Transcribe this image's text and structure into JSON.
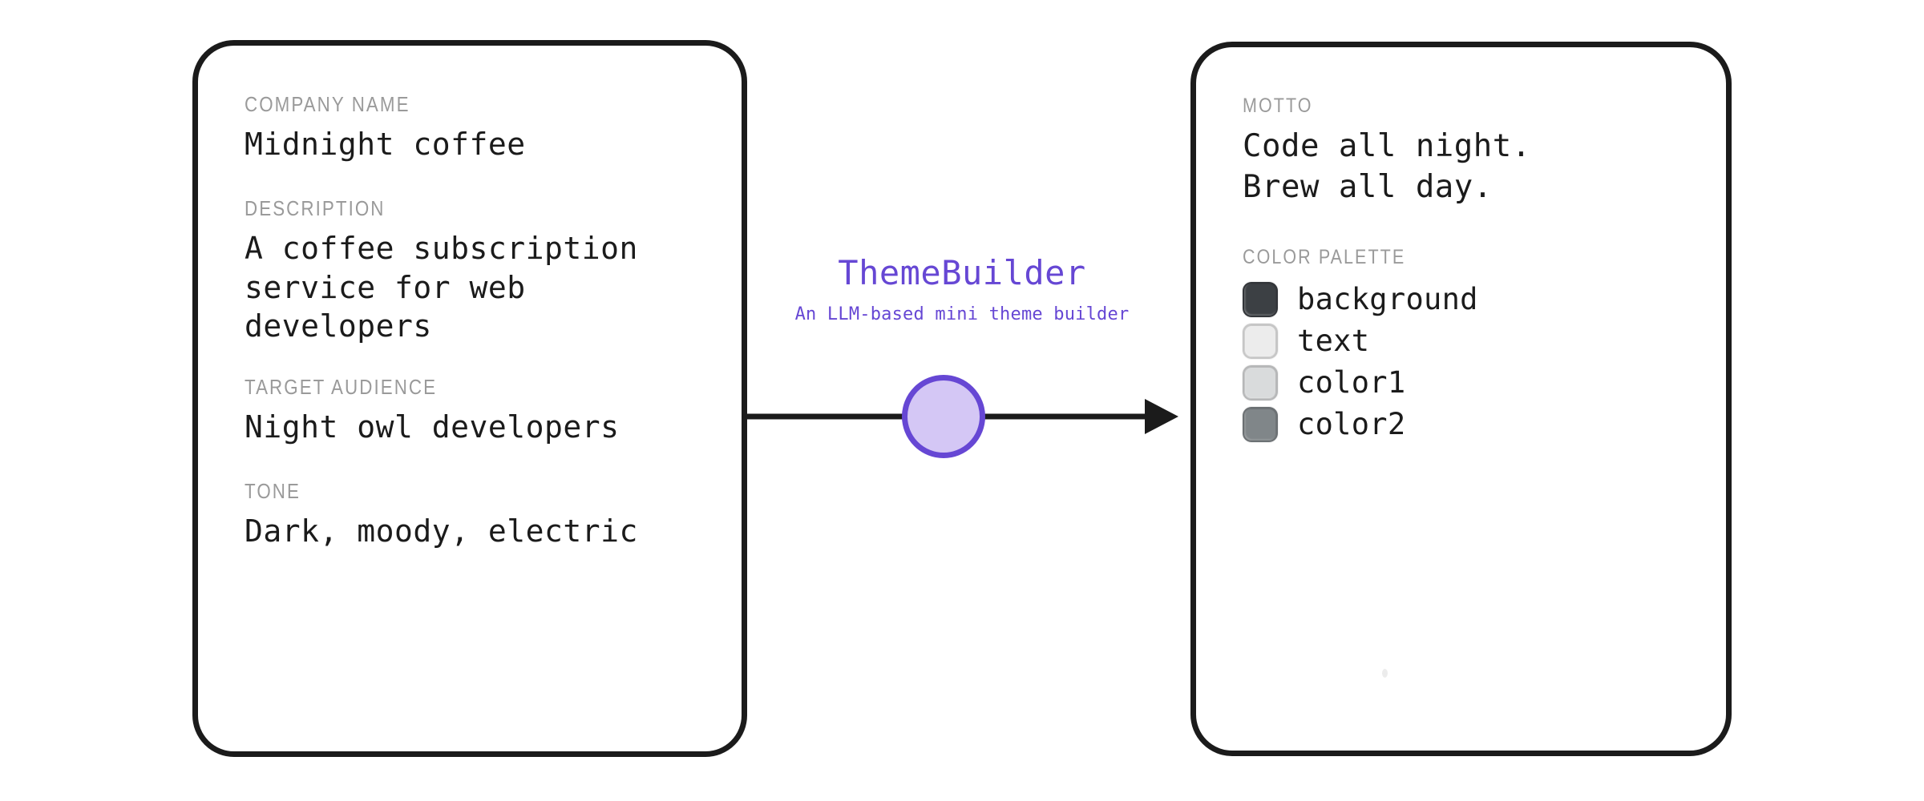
{
  "input_card": {
    "name": "brand-input-card",
    "fields": [
      {
        "label": "COMPANY NAME",
        "value": "Midnight coffee"
      },
      {
        "label": "DESCRIPTION",
        "value": "A coffee subscription\nservice for web\ndevelopers"
      },
      {
        "label": "TARGET AUDIENCE",
        "value": "Night owl developers"
      },
      {
        "label": "TONE",
        "value": "Dark, moody, electric"
      }
    ]
  },
  "connector": {
    "title": "ThemeBuilder",
    "subtitle": "An LLM-based mini theme builder",
    "accent_color": "#6647d4",
    "node_fill_color": "#d4c7f5",
    "arrow_color": "#1b1b1b"
  },
  "output_card": {
    "name": "theme-output-card",
    "motto": {
      "label": "MOTTO",
      "value": "Code all night.\nBrew all day."
    },
    "palette": {
      "label": "COLOR PALETTE",
      "swatches": [
        {
          "name": "background",
          "color": "#3c4044"
        },
        {
          "name": "text",
          "color": "#ececec"
        },
        {
          "name": "color1",
          "color": "#d9dbdc"
        },
        {
          "name": "color2",
          "color": "#808689"
        }
      ]
    }
  }
}
